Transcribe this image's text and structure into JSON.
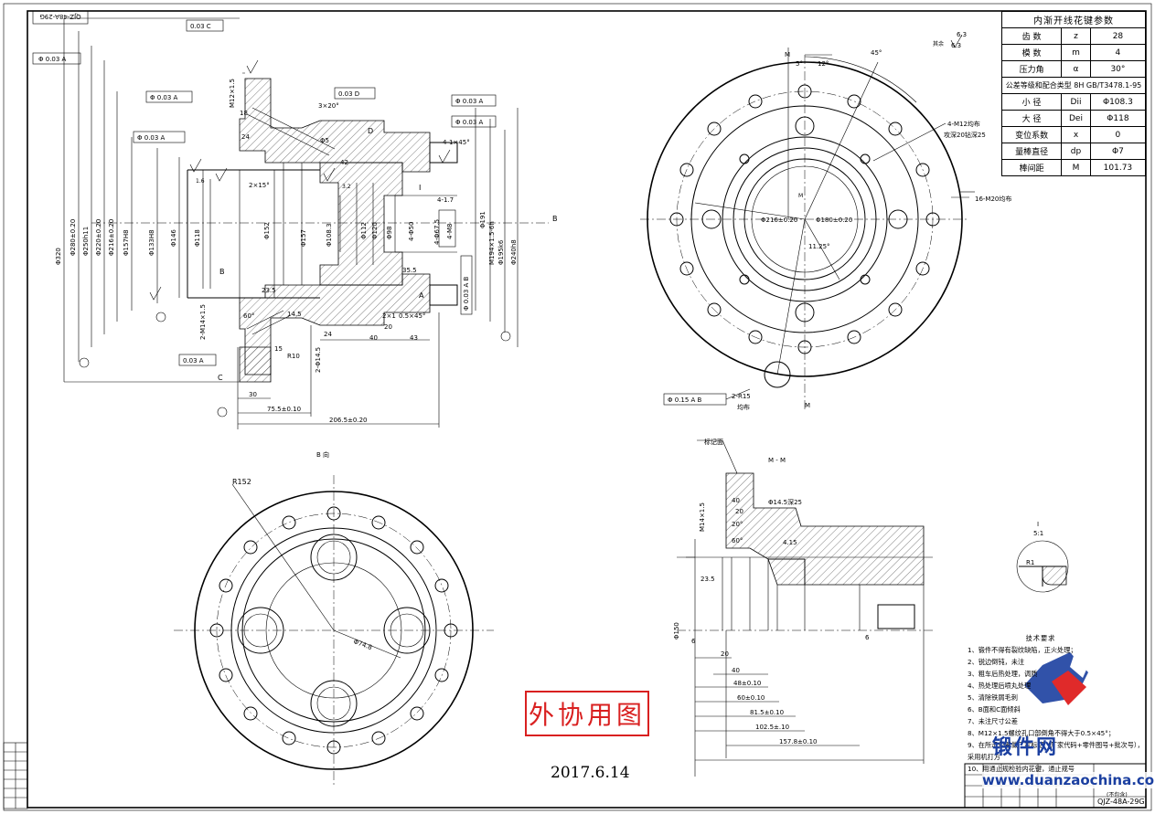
{
  "sheet": {
    "code_inverted": "QJZ-48A-29G",
    "drawing_no": "QJZ-48A-29G",
    "watermark": {
      "title": "锻件网",
      "url": "www.duanzaochina.com"
    },
    "stamp": "外协用图",
    "date": "2017.6.14",
    "title_sub": "(不包含)"
  },
  "param_table": {
    "title": "内渐开线花键参数",
    "rows": [
      {
        "name": "齿    数",
        "sym": "z",
        "val": "28"
      },
      {
        "name": "模    数",
        "sym": "m",
        "val": "4"
      },
      {
        "name": "压力角",
        "sym": "α",
        "val": "30°"
      },
      {
        "name": "小    径",
        "sym": "Dii",
        "val": "Φ108.3"
      },
      {
        "name": "大    径",
        "sym": "Dei",
        "val": "Φ118"
      },
      {
        "name": "变位系数",
        "sym": "x",
        "val": "0"
      },
      {
        "name": "量棒直径",
        "sym": "dp",
        "val": "Φ7"
      },
      {
        "name": "棒间距",
        "sym": "M",
        "val": "101.73"
      }
    ],
    "tolerance_row": "公差等级和配合类型",
    "tolerance_val": "8H GB/T3478.1-95"
  },
  "tech_req": {
    "title": "技术要求",
    "items": [
      "1、锻件不得有裂纹缺陷，正火处理；",
      "2、锐边倒钝，未注",
      "3、粗车后热处理，调质",
      "4、热处理后喷丸处理",
      "5、清除铁屑毛刺",
      "6、B面和C面倾斜",
      "7、未注尺寸公差",
      "8、M12×1.5螺纹孔口部倒角不得大于0.5×45°；",
      "9、在所示位置做厂家标记（厂家代码+零件图号+批次号），",
      "   采用机打方",
      "10、用通止规检验内花键，通止规号"
    ]
  },
  "section": {
    "dims_v": [
      "Φ320",
      "Φ280±0.20",
      "Φ250h11",
      "Φ220±0.20",
      "Φ216±0.20",
      "Φ157H8",
      "Φ133H8",
      "Φ146",
      "Φ118"
    ],
    "dims_r": [
      "M194×1.5-6h",
      "Φ191",
      "Φ195k6",
      "Φ240h8"
    ],
    "inner": [
      "Φ152",
      "Φ157",
      "Φ108.3",
      "Φ112",
      "Φ120",
      "Φ98",
      "4-Φ50",
      "4-Φ67.5",
      "4-M8"
    ],
    "gdt": [
      "Φ 0.03 A",
      "Φ 0.03 A",
      "Φ 0.03 A",
      "0.03 C",
      "0.03 D",
      "Φ 0.03 A",
      "Φ 0.03 A",
      "Φ 0.03 A B",
      "0.03 A"
    ],
    "bottom": [
      "30",
      "75.5±0.10",
      "206.5±0.20"
    ],
    "misc": [
      "4-1×45°",
      "3×20°",
      "18",
      "24",
      "23.5",
      "14.5",
      "2×15°",
      "R10",
      "60°",
      "24",
      "40",
      "43",
      "20",
      "0.5×45°",
      "35.5",
      "4-1.7",
      "M12×1.5",
      "2-M14×1.5",
      "2-Φ14.5",
      "15",
      "2×1",
      "3.2",
      "1.6",
      "6.3",
      "Φ5",
      "42"
    ],
    "datums": [
      "A",
      "B",
      "C",
      "D",
      "I",
      "B"
    ]
  },
  "end_view": {
    "angles": [
      "45°",
      "12°",
      "5°",
      "11.25°"
    ],
    "labels": [
      "M",
      "M",
      "4-M12均布",
      "攻深20钻深25",
      "16-M20均布",
      "2-R15",
      "均布",
      "Φ216±0.20",
      "Φ180±0.20",
      "M"
    ],
    "gdt": "Φ 0.15 A B",
    "surface": "6.3",
    "surface_note": "其余"
  },
  "view_b": {
    "title": "B 向",
    "dims": [
      "R152",
      "Φ74.8"
    ]
  },
  "section_mm": {
    "title": "M - M",
    "mark": "标记面",
    "dims_h": [
      "40",
      "20",
      "20",
      "40",
      "48±0.10",
      "60±0.10",
      "81.5±0.10",
      "102.5±.10",
      "157.8±0.10"
    ],
    "dims_misc": [
      "20°",
      "60°",
      "Φ14.5深25",
      "M14×1.5",
      "4.15",
      "23.5",
      "Φ150",
      "6",
      "6"
    ]
  },
  "detail": {
    "title": "I",
    "scale": "5:1",
    "label": "R1"
  }
}
